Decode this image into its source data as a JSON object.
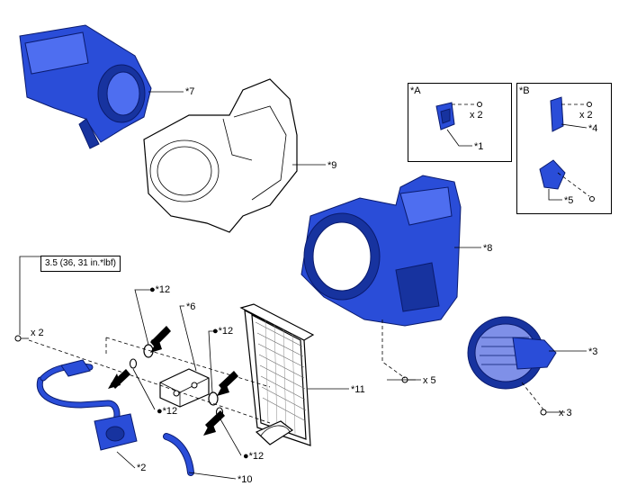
{
  "callouts": {
    "c7": "*7",
    "c9": "*9",
    "c8": "*8",
    "c3": "*3",
    "c6": "*6",
    "c11": "*11",
    "c2": "*2",
    "c10": "*10",
    "c12a": "●*12",
    "c12b": "●*12",
    "c12c": "●*12",
    "c12d": "●*12",
    "c1": "*1",
    "c4": "*4",
    "c5": "*5"
  },
  "insets": {
    "a_title": "*A",
    "b_title": "*B",
    "a_qty": "x 2",
    "b_qty": "x 2"
  },
  "quantities": {
    "screws_left": "x 2",
    "screws_center": "x 5",
    "screws_motor": "x 3"
  },
  "torque": {
    "spec": "3.5 (36, 31 in.*lbf)"
  },
  "colors": {
    "part_blue": "#2a4dd8",
    "arrow": "#000000"
  }
}
